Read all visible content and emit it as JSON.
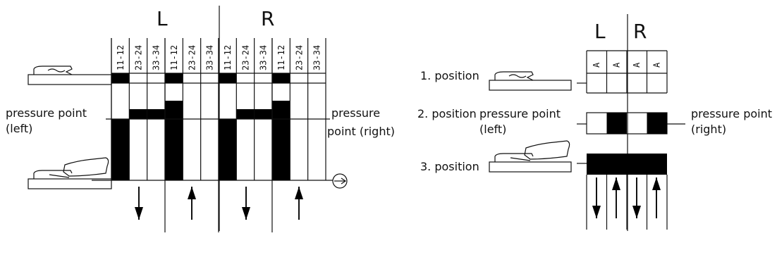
{
  "left_diagram": {
    "heading_left": "L",
    "heading_right": "R",
    "columns": [
      "11-12",
      "23-24",
      "33-34",
      "11-12",
      "23-24",
      "33-34",
      "11-12",
      "23-24",
      "33-34",
      "11-12",
      "23-24",
      "33-34"
    ],
    "pressure_point_left_line1": "pressure point",
    "pressure_point_left_line2": "(left)",
    "pressure_point_right_line1": "pressure",
    "pressure_point_right_line2": "point (right)"
  },
  "right_diagram": {
    "heading_left": "L",
    "heading_right": "R",
    "columns": [
      "A",
      "A",
      "A",
      "A"
    ],
    "position_1": "1. position",
    "position_2": "2. position",
    "position_3": "3. position",
    "pressure_point_left_line1": "pressure point",
    "pressure_point_left_line2": "(left)",
    "pressure_point_right_line1": "pressure point",
    "pressure_point_right_line2": "(right)"
  },
  "icons": [
    "pedal-released-icon",
    "pedal-pressed-icon",
    "direction-arrow-icon",
    "timing-dial-icon"
  ]
}
